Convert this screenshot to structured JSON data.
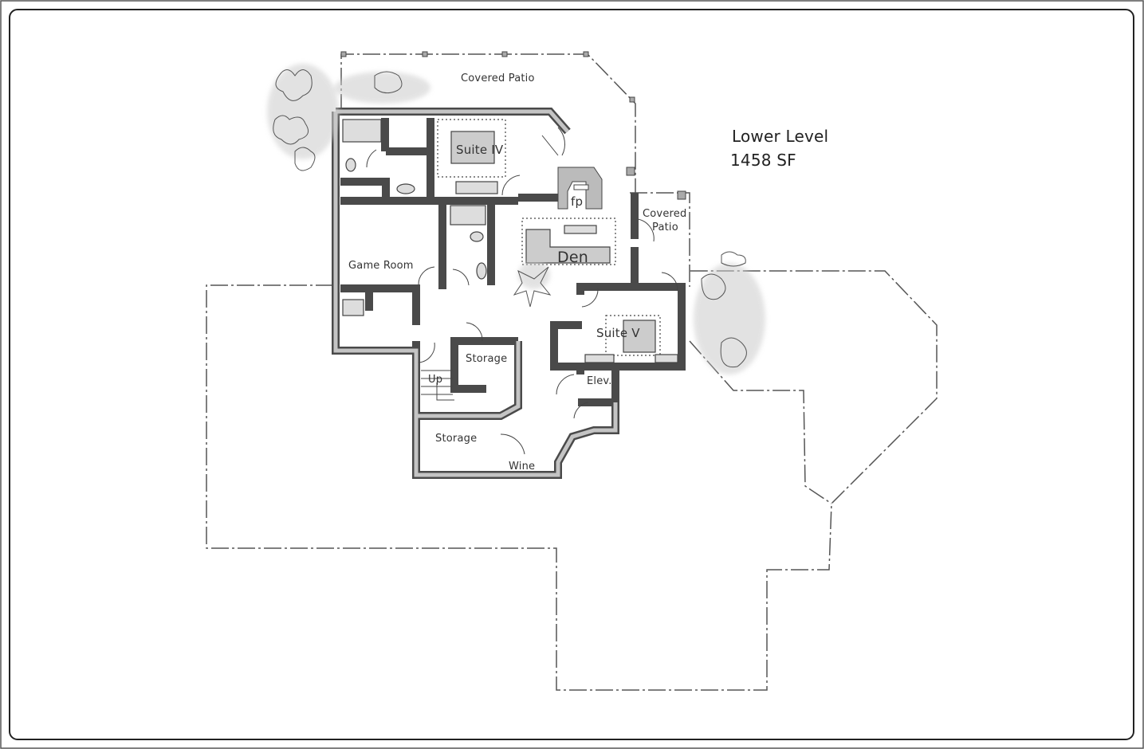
{
  "plan": {
    "level_title": "Lower Level",
    "area": "1458 SF",
    "rooms": {
      "covered_patio_top": "Covered Patio",
      "covered_patio_right_1": "Covered",
      "covered_patio_right_2": "Patio",
      "suite_iv": "Suite IV",
      "fireplace": "fp",
      "den": "Den",
      "game_room": "Game Room",
      "suite_v": "Suite V",
      "storage_upper": "Storage",
      "stair_up": "Up",
      "elevator": "Elev.",
      "storage_lower": "Storage",
      "wine": "Wine"
    }
  },
  "colors": {
    "wall_fill": "#bdbdbd",
    "wall_line": "#4a4a4a",
    "ink": "#333333"
  }
}
